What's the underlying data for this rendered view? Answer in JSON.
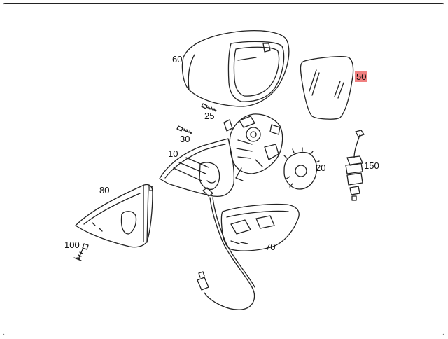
{
  "callouts": {
    "c60": "60",
    "c50": "50",
    "c25": "25",
    "c30": "30",
    "c10": "10",
    "c20": "20",
    "c150": "150",
    "c80": "80",
    "c70": "70",
    "c100": "100"
  },
  "colors": {
    "line": "#222222",
    "highlight": "#f08080"
  }
}
